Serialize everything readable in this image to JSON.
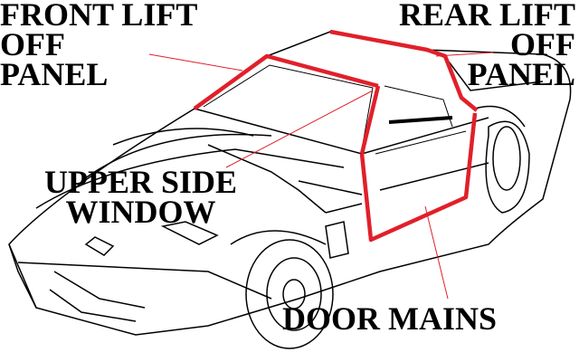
{
  "labels": {
    "front_lift_off_panel": [
      "FRONT LIFT",
      "OFF",
      "PANEL"
    ],
    "rear_lift_off_panel": [
      "REAR LIFT",
      "OFF",
      "PANEL"
    ],
    "upper_side_window": [
      "UPPER SIDE",
      "WINDOW"
    ],
    "door_mains": "DOOR MAINS"
  },
  "colors": {
    "highlight": "#e0202a",
    "outline": "#000000",
    "background": "#ffffff"
  }
}
